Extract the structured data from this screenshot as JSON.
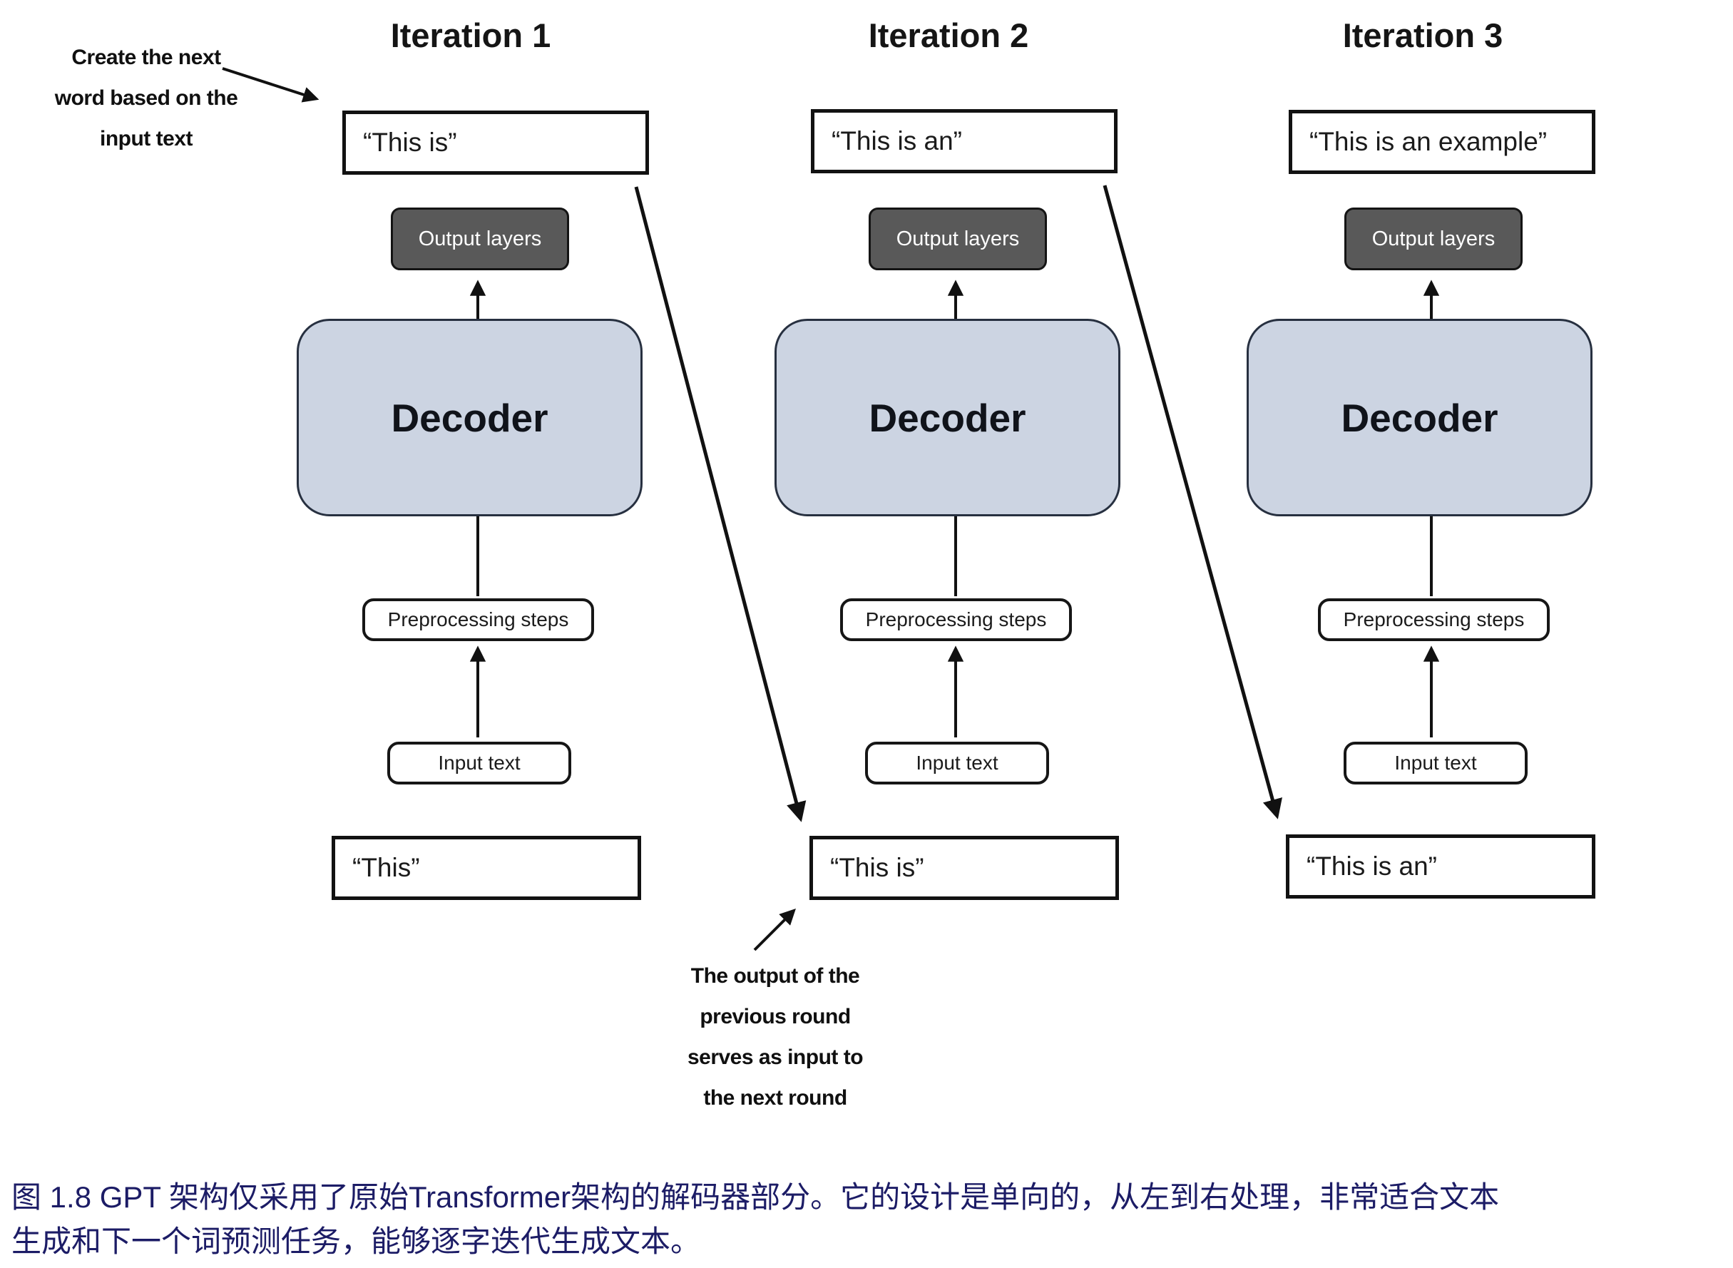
{
  "figure": {
    "kind": "flow-diagram",
    "annotations": {
      "top_left": [
        "Create the next",
        "word based on the",
        "input text"
      ],
      "bottom_middle": [
        "The output of the",
        "previous round",
        "serves as input to",
        "the next round"
      ]
    },
    "columns": [
      {
        "title": "Iteration 1",
        "output_text": "“This is”",
        "output_layers_label": "Output layers",
        "decoder_label": "Decoder",
        "preprocessing_label": "Preprocessing steps",
        "input_label": "Input text",
        "input_text": "“This”"
      },
      {
        "title": "Iteration 2",
        "output_text": "“This is an”",
        "output_layers_label": "Output layers",
        "decoder_label": "Decoder",
        "preprocessing_label": "Preprocessing steps",
        "input_label": "Input text",
        "input_text": "“This is”"
      },
      {
        "title": "Iteration 3",
        "output_text": "“This is an example”",
        "output_layers_label": "Output layers",
        "decoder_label": "Decoder",
        "preprocessing_label": "Preprocessing steps",
        "input_label": "Input text",
        "input_text": "“This is an”"
      }
    ],
    "caption": {
      "lines": [
        "图 1.8  GPT 架构仅采用了原始Transformer架构的解码器部分。它的设计是单向的，从左到右处理，非常适合文本",
        "生成和下一个词预测任务，能够逐字迭代生成文本。"
      ]
    },
    "colors": {
      "decoder_fill": "#ccd4e2",
      "output_layers_fill": "#595959",
      "caption_color": "#1c1c66",
      "line_color": "#111111"
    }
  }
}
